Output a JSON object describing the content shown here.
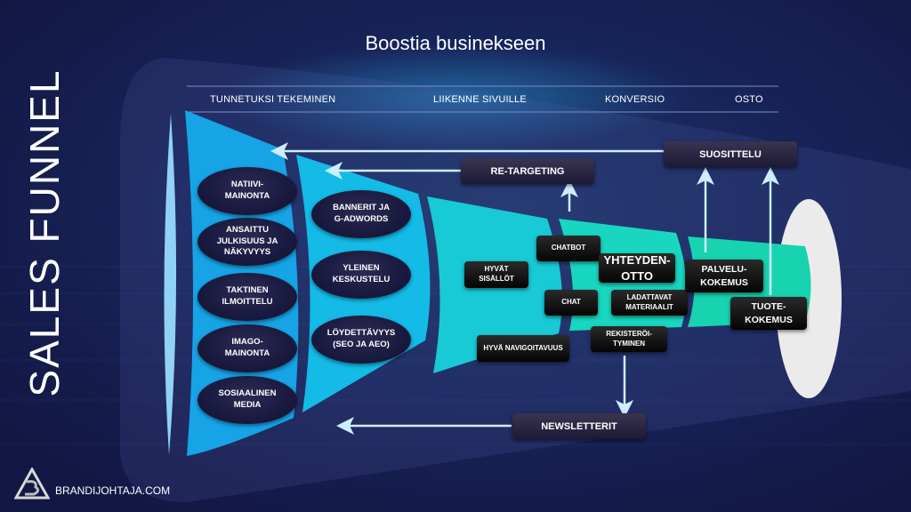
{
  "title": "Boostia businekseen",
  "side_title": "SALES FUNNEL",
  "stages": [
    "TUNNETUKSI TEKEMINEN",
    "LIIKENNE SIVUILLE",
    "KONVERSIO",
    "OSTO"
  ],
  "colors": {
    "background": "#141a45",
    "stage1": "#16a4e6",
    "stage2": "#13bbe6",
    "stage3": "#17cad6",
    "stage4": "#19d6c0",
    "stage5": "#17d3b0",
    "rim": "#8fd2f5",
    "end_disc": "#ebebeb",
    "arrow": "#cdeeff"
  },
  "awareness_items": [
    "NATIIVI-\nMAINONTA",
    "ANSAITTU\nJULKISUUS JA\nNÄKYVYYS",
    "TAKTINEN\nILMOITTELU",
    "IMAGO-\nMAINONTA",
    "SOSIAALINEN\nMEDIA"
  ],
  "traffic_items": [
    "BANNERIT JA\nG-ADWORDS",
    "YLEINEN\nKESKUSTELU",
    "LÖYDETTÄVYYS\n(SEO JA AEO)"
  ],
  "content_items": {
    "good_content": "HYVÄT\nSISÄLLÖT",
    "navigation": "HYVÄ NAVIGOITAVUUS",
    "chatbot": "CHATBOT",
    "chat": "CHAT",
    "contact": "YHTEYDEN-\nOTTO",
    "downloads": "LADATTAVAT\nMATERIAALIT",
    "registration": "REKISTERÖI-\nTYMINEN",
    "service_experience": "PALVELU-\nKOKEMUS",
    "product_experience": "TUOTE-\nKOKEMUS"
  },
  "feedback": {
    "retargeting": "RE-TARGETING",
    "referral": "SUOSITTELU",
    "newsletters": "NEWSLETTERIT"
  },
  "brand": "BRANDIJOHTAJA.COM"
}
